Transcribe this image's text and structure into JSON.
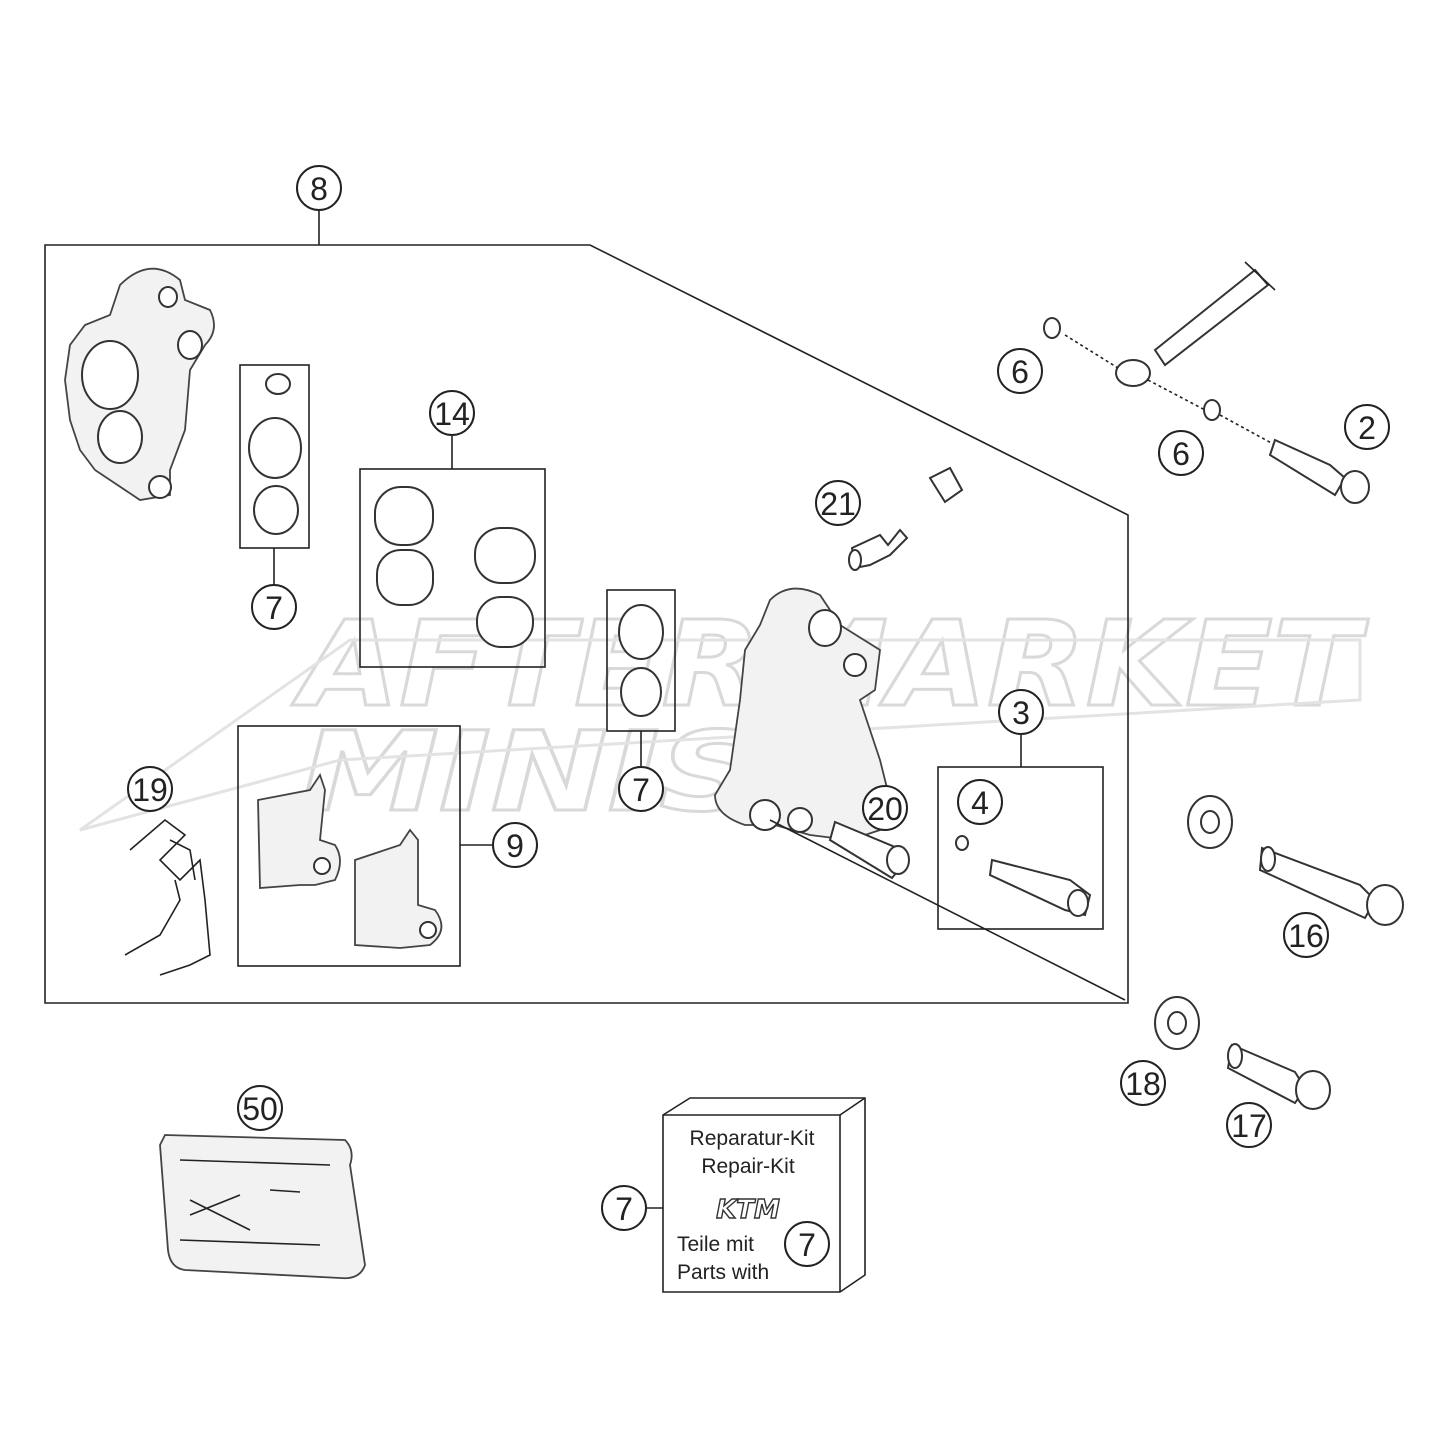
{
  "callouts": {
    "c8": "8",
    "c14": "14",
    "c7a": "7",
    "c7b": "7",
    "c9": "9",
    "c19": "19",
    "c21": "21",
    "c20": "20",
    "c3": "3",
    "c4": "4",
    "c6a": "6",
    "c6b": "6",
    "c2": "2",
    "c16": "16",
    "c18": "18",
    "c17": "17",
    "c50": "50",
    "c7c": "7",
    "c7d": "7"
  },
  "kit_box": {
    "line1": "Reparatur-Kit",
    "line2": "Repair-Kit",
    "logo": "KTM",
    "line3": "Teile mit",
    "line4": "Parts with"
  },
  "watermark": {
    "line1": "AFTERMARKET",
    "line2": "MINIS"
  },
  "colors": {
    "line": "#222222",
    "watermark": "#d9d9d9",
    "background": "#ffffff"
  }
}
